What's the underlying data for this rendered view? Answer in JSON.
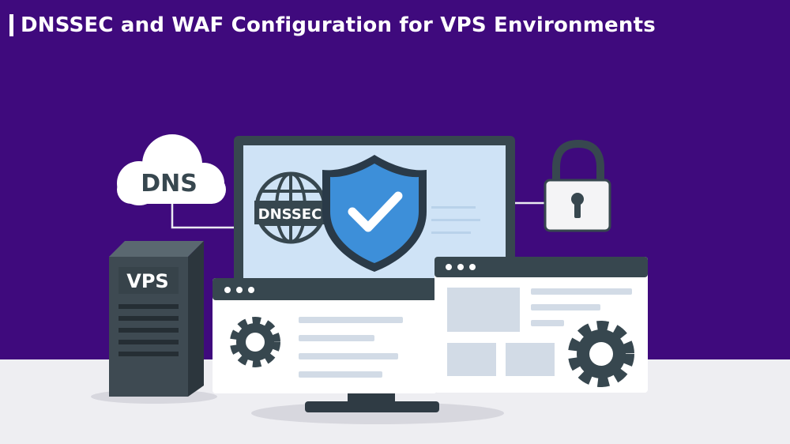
{
  "page": {
    "title": "DNSSEC and WAF Configuration for VPS Environments"
  },
  "illustration": {
    "cloud_label": "DNS",
    "server_label": "VPS",
    "globe_label": "DNSSEC",
    "icons": [
      "cloud-icon",
      "server-icon",
      "globe-icon",
      "shield-check-icon",
      "padlock-icon",
      "gear-icon"
    ]
  },
  "colors": {
    "background": "#3f0a7d",
    "floor": "#eeeef2",
    "dark": "#37474f",
    "screen": "#cfe3f6",
    "shield": "#3d8fd9",
    "panel": "#d2dbe6"
  }
}
